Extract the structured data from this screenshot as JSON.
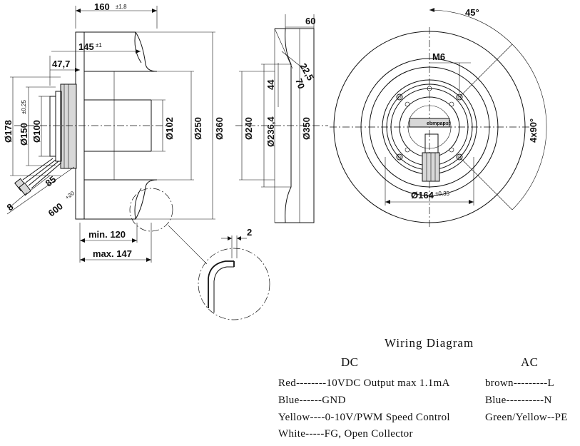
{
  "side_view": {
    "dims": {
      "overall_length": "160",
      "overall_length_tol": "±1,8",
      "inner_length": "145",
      "inner_length_tol": "±1",
      "hub_offset": "47,7",
      "dia_178": "Ø178",
      "dia_150": "Ø150",
      "dia_150_tol": "±0,25",
      "dia_100": "Ø100",
      "dia_102": "Ø102",
      "dia_250": "Ø250",
      "dia_360": "Ø360",
      "cable_85": "85",
      "cable_8": "8",
      "cable_600": "600",
      "cable_600_tol": "+20",
      "min_120": "min. 120",
      "max_147": "max. 147"
    }
  },
  "profile_view": {
    "dims": {
      "width_60": "60",
      "angle_22": "22,5",
      "dim_70": "70",
      "dim_44": "44",
      "dia_240": "Ø240",
      "dia_236": "Ø236,4",
      "dia_350": "Ø350"
    }
  },
  "detail_view": {
    "gap": "2"
  },
  "front_view": {
    "angle_45": "45°",
    "thread": "M6",
    "holes": "4x90°",
    "dia_164": "Ø164",
    "dia_164_tol": "±0,35",
    "brand": "ebmpapst"
  },
  "wiring": {
    "title": "Wiring Diagram",
    "dc_header": "DC",
    "ac_header": "AC",
    "dc_lines": [
      "Red--------10VDC Output max 1.1mA",
      "Blue------GND",
      "Yellow----0-10V/PWM Speed Control",
      "White-----FG, Open Collector"
    ],
    "ac_lines": [
      "brown---------L",
      "Blue----------N",
      "Green/Yellow--PE"
    ]
  }
}
